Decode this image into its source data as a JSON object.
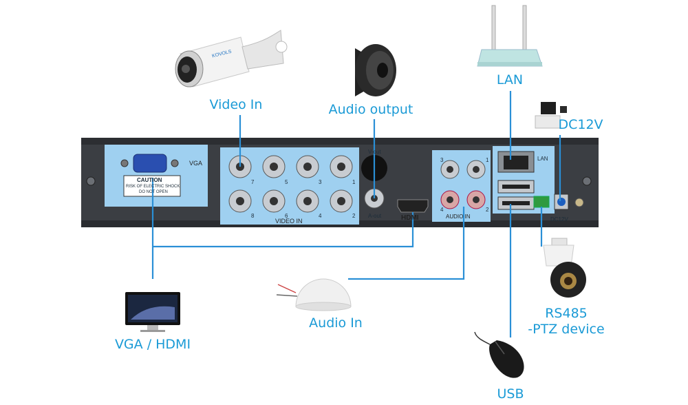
{
  "labels": {
    "video_in": "Video In",
    "audio_output": "Audio output",
    "lan": "LAN",
    "dc12v": "DC12V",
    "vga_hdmi": "VGA / HDMI",
    "audio_in": "Audio In",
    "rs485_line1": "RS485",
    "rs485_line2": "-PTZ device",
    "usb": "USB"
  },
  "panel": {
    "vga": "VGA",
    "caution": "CAUTION",
    "caution_line1": "RISK OF ELECTRIC SHOCK",
    "caution_line2": "DO NOT OPEN",
    "video_in": "VIDEO IN",
    "v_out": "V-out",
    "a_out": "A-out",
    "hdmi": "HDMI",
    "audio_in": "AUDIO IN",
    "lan": "LAN",
    "dc12v": "DC12V",
    "camera_brand": "KOVOLS",
    "bnc_top": [
      "7",
      "5",
      "3",
      "1"
    ],
    "bnc_bottom": [
      "8",
      "6",
      "4",
      "2"
    ],
    "audio_top": [
      "3",
      "1"
    ],
    "audio_bottom": [
      "4",
      "2"
    ]
  },
  "colors": {
    "label_blue": "#1a9ad6",
    "line_blue": "#2a8fd6",
    "panel_blue": "#9fd0f0",
    "chassis": "#3a3d42"
  }
}
